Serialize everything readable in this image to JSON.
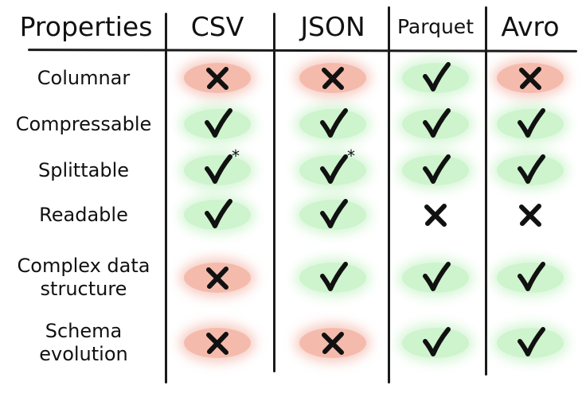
{
  "columns": [
    {
      "key": "properties",
      "label": "Properties"
    },
    {
      "key": "csv",
      "label": "CSV"
    },
    {
      "key": "json",
      "label": "JSON"
    },
    {
      "key": "parquet",
      "label": "Parquet"
    },
    {
      "key": "avro",
      "label": "Avro"
    }
  ],
  "rows": [
    {
      "label_lines": [
        "Columnar"
      ],
      "cells": [
        {
          "mark": "cross",
          "highlight": "red"
        },
        {
          "mark": "cross",
          "highlight": "red"
        },
        {
          "mark": "check",
          "highlight": "green"
        },
        {
          "mark": "cross",
          "highlight": "red"
        }
      ]
    },
    {
      "label_lines": [
        "Compressable"
      ],
      "cells": [
        {
          "mark": "check",
          "highlight": "green"
        },
        {
          "mark": "check",
          "highlight": "green"
        },
        {
          "mark": "check",
          "highlight": "green"
        },
        {
          "mark": "check",
          "highlight": "green"
        }
      ]
    },
    {
      "label_lines": [
        "Splittable"
      ],
      "cells": [
        {
          "mark": "check",
          "highlight": "green",
          "footnote": "*"
        },
        {
          "mark": "check",
          "highlight": "green",
          "footnote": "*"
        },
        {
          "mark": "check",
          "highlight": "green"
        },
        {
          "mark": "check",
          "highlight": "green"
        }
      ]
    },
    {
      "label_lines": [
        "Readable"
      ],
      "cells": [
        {
          "mark": "check",
          "highlight": "green"
        },
        {
          "mark": "check",
          "highlight": "green"
        },
        {
          "mark": "cross",
          "highlight": "none"
        },
        {
          "mark": "cross",
          "highlight": "none"
        }
      ]
    },
    {
      "label_lines": [
        "Complex data",
        "structure"
      ],
      "cells": [
        {
          "mark": "cross",
          "highlight": "red"
        },
        {
          "mark": "check",
          "highlight": "green"
        },
        {
          "mark": "check",
          "highlight": "green"
        },
        {
          "mark": "check",
          "highlight": "green"
        }
      ]
    },
    {
      "label_lines": [
        "Schema",
        "evolution"
      ],
      "cells": [
        {
          "mark": "cross",
          "highlight": "red"
        },
        {
          "mark": "cross",
          "highlight": "red"
        },
        {
          "mark": "check",
          "highlight": "green"
        },
        {
          "mark": "check",
          "highlight": "green"
        }
      ]
    }
  ],
  "colors": {
    "ink": "#111111",
    "green_highlight": "#7ce27c",
    "red_highlight": "#e87054"
  },
  "icons": {
    "check": "check-mark-icon",
    "cross": "cross-mark-icon"
  }
}
